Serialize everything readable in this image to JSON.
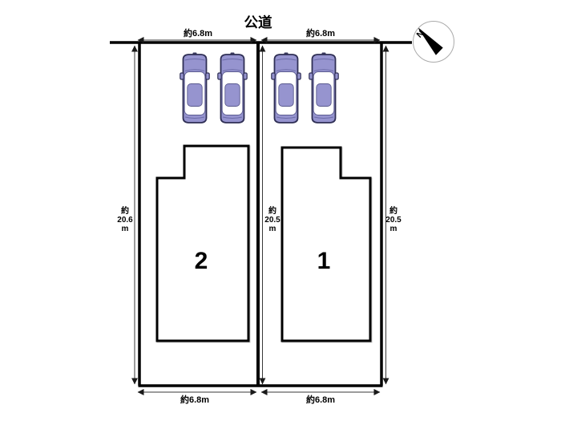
{
  "road": {
    "label": "公道"
  },
  "compass": {
    "north_label": "N"
  },
  "dimensions": {
    "lot2_top": "約6.8m",
    "lot1_top": "約6.8m",
    "lot2_bottom": "約6.8m",
    "lot1_bottom": "約6.8m",
    "left_depth": {
      "line1": "約",
      "line2": "20.6",
      "line3": "m"
    },
    "middle_depth": {
      "line1": "約",
      "line2": "20.5",
      "line3": "m"
    },
    "right_depth": {
      "line1": "約",
      "line2": "20.5",
      "line3": "m"
    }
  },
  "lots": [
    {
      "number": "2",
      "frontage": "約6.8m",
      "depth": "約20.6m"
    },
    {
      "number": "1",
      "frontage": "約6.8m",
      "depth": "約20.5m"
    }
  ],
  "cars": {
    "count": 4,
    "body_color": "#9694cf",
    "outline_color": "#2f2f55"
  },
  "colors": {
    "plan_line": "#000000",
    "dimension_line": "#3a3a3a",
    "compass_ring": "#aaaaaa"
  }
}
